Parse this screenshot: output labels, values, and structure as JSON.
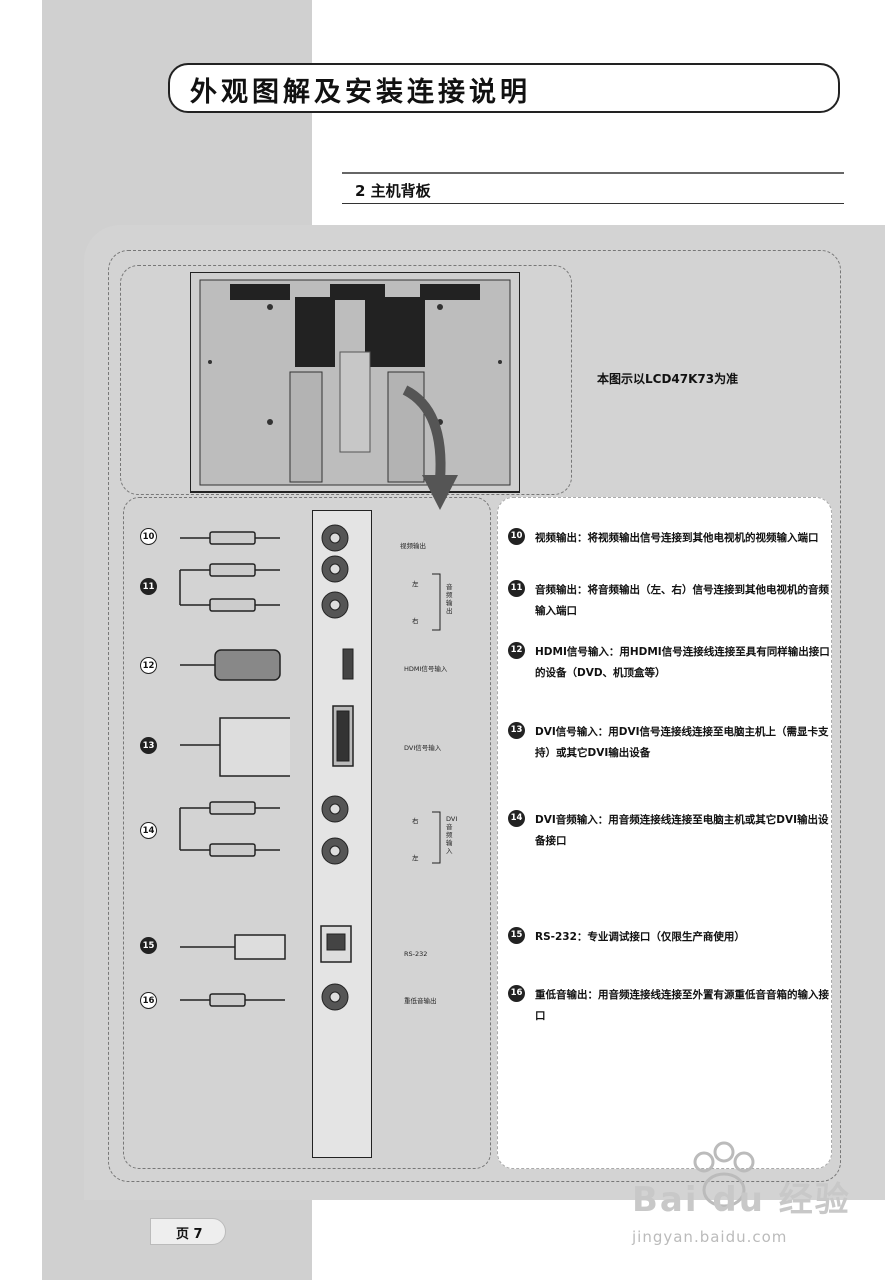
{
  "header": {
    "title": "外观图解及安装连接说明"
  },
  "section": {
    "heading": "2  主机背板"
  },
  "note": {
    "model": "本图示以LCD47K73为准"
  },
  "panel_labels": {
    "video_out": "视频输出",
    "left": "左",
    "right": "右",
    "audio_out": "音频输出",
    "hdmi_in": "HDMI信号输入",
    "dvi_in": "DVI信号输入",
    "dvi_right": "右",
    "dvi_left": "左",
    "dvi_audio": "DVI音频输入",
    "rs232": "RS-232",
    "sub_out": "重低音输出"
  },
  "descriptions": [
    {
      "num": "10",
      "text": "视频输出：将视频输出信号连接到其他电视机的视频输入端口"
    },
    {
      "num": "11",
      "text": "音频输出：将音频输出（左、右）信号连接到其他电视机的音频输入端口"
    },
    {
      "num": "12",
      "text": "HDMI信号输入：用HDMI信号连接线连接至具有同样输出接口的设备（DVD、机顶盒等）"
    },
    {
      "num": "13",
      "text": "DVI信号输入：用DVI信号连接线连接至电脑主机上（需显卡支持）或其它DVI输出设备"
    },
    {
      "num": "14",
      "text": "DVI音频输入：用音频连接线连接至电脑主机或其它DVI输出设备接口"
    },
    {
      "num": "15",
      "text": "RS-232：专业调试接口（仅限生产商使用）"
    },
    {
      "num": "16",
      "text": "重低音输出：用音频连接线连接至外置有源重低音音箱的输入接口"
    }
  ],
  "cable_numbers": [
    "10",
    "11",
    "12",
    "13",
    "14",
    "15",
    "16"
  ],
  "footer": {
    "page": "页 7"
  },
  "watermark": {
    "brand": "Bai du 经验",
    "url": "jingyan.baidu.com"
  }
}
